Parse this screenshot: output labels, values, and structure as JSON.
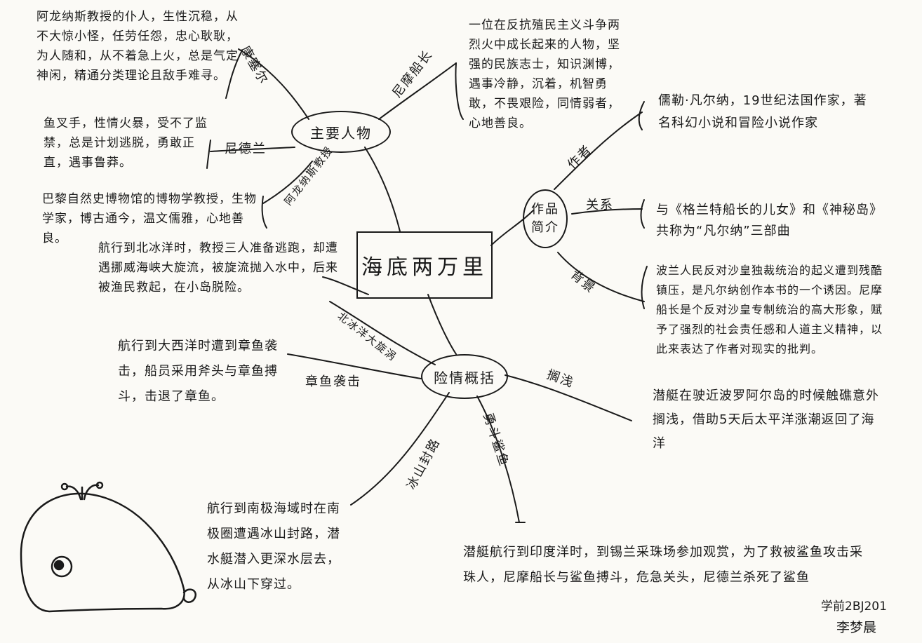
{
  "center": "海底两万里",
  "nodes": {
    "characters": "主要人物",
    "intro": "作品简介",
    "plot": "险情概括"
  },
  "labels": {
    "conseil": "康塞尔",
    "nemo": "尼摩船长",
    "ned": "尼德兰",
    "aronnax": "阿龙纳斯教授",
    "author": "作者",
    "relation": "关系",
    "background": "背景",
    "aground": "搁浅",
    "squid": "章鱼袭击",
    "arctic": "北冰洋大旋涡",
    "antarctic": "冰山封路",
    "shark": "勇斗鲨鱼"
  },
  "texts": {
    "conseil": "阿龙纳斯教授的仆人，生性沉稳，从不大惊小怪，任劳任怨，忠心耿耿，为人随和，从不着急上火，总是气定神闲，精通分类理论且敌手难寻。",
    "nemo": "一位在反抗殖民主义斗争两烈火中成长起来的人物，坚强的民族志士，知识渊博，遇事冷静，沉着，机智勇敢，不畏艰险，同情弱者，心地善良。",
    "ned": "鱼叉手，性情火暴，受不了监禁，总是计划逃脱，勇敢正直，遇事鲁莽。",
    "aronnax": "巴黎自然史博物馆的博物学教授，生物学家，博古通今，温文儒雅，心地善良。",
    "arctic": "航行到北冰洋时，教授三人准备逃跑，却遭遇挪威海峡大旋流，被旋流抛入水中，后来被渔民救起，在小岛脱险。",
    "author": "儒勒·凡尔纳，19世纪法国作家，著名科幻小说和冒险小说作家",
    "relation": "与《格兰特船长的儿女》和《神秘岛》共称为“凡尔纳”三部曲",
    "background": "波兰人民反对沙皇独裁统治的起义遭到残酷镇压，是凡尔纳创作本书的一个诱因。尼摩船长是个反对沙皇专制统治的高大形象，赋予了强烈的社会责任感和人道主义精神，以此来表达了作者对现实的批判。",
    "squid": "航行到大西洋时遭到章鱼袭击，船员采用斧头与章鱼搏斗，击退了章鱼。",
    "aground": "潜艇在驶近波罗阿尔岛的时候触礁意外搁浅，借助5天后太平洋涨潮返回了海洋",
    "antarctic": "航行到南极海域时在南极圈遭遇冰山封路，潜水艇潜入更深水层去，从冰山下穿过。",
    "shark": "潜艇航行到印度洋时，到锡兰采珠场参加观赏，为了救被鲨鱼攻击采珠人，尼摩船长与鲨鱼搏斗，危急关头，尼德兰杀死了鲨鱼"
  },
  "signature": {
    "class_id": "学前2BJ201",
    "name": "李梦晨"
  },
  "colors": {
    "ink": "#1a1a1a",
    "paper": "#fbfaf6"
  }
}
